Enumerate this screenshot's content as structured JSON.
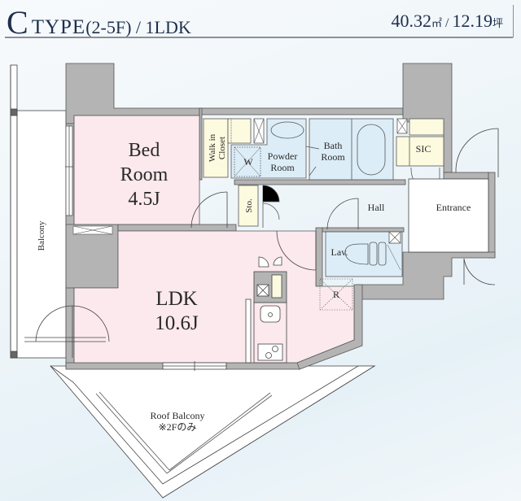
{
  "header": {
    "type_letter": "C",
    "type_word": "TYPE",
    "floors": "(2-5F)",
    "separator": " / ",
    "layout": "1LDK",
    "area_sqm": "40.32",
    "sqm_unit": "㎡",
    "area_sep": " / ",
    "area_tsubo": "12.19",
    "tsubo_unit": "坪"
  },
  "rooms": {
    "bedroom": {
      "name_line1": "Bed",
      "name_line2": "Room",
      "size": "4.5J"
    },
    "ldk": {
      "name": "LDK",
      "size": "10.6J"
    },
    "walk_in_closet": {
      "line1": "Walk in",
      "line2": "Closet"
    },
    "powder_room": {
      "line1": "Powder",
      "line2": "Room",
      "washer_mark": "W"
    },
    "bath_room": {
      "line1": "Bath",
      "line2": "Room"
    },
    "sic": "SIC",
    "hall": "Hall",
    "entrance": "Entrance",
    "storage": "Sto.",
    "lavatory": "Lav.",
    "refrigerator_mark": "R",
    "balcony": "Balcony",
    "roof_balcony": {
      "line1": "Roof Balcony",
      "line2": "※2Fのみ"
    }
  },
  "colors": {
    "wall": "#b4b4b4",
    "room_pink": "#fbe9ee",
    "wet_blue": "#dcedf8",
    "storage_yellow": "#fcfadf",
    "text_navy": "#1e2f4d",
    "line": "#444444"
  }
}
